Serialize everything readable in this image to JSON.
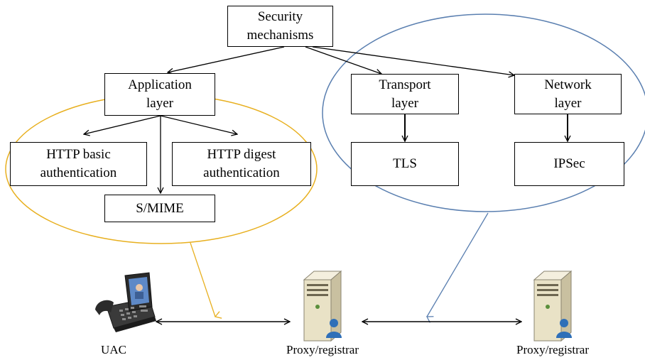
{
  "nodes": {
    "security": "Security\nmechanisms",
    "application": "Application\nlayer",
    "transport": "Transport\nlayer",
    "network": "Network\nlayer",
    "http_basic": "HTTP basic\nauthentication",
    "http_digest": "HTTP digest\nauthentication",
    "smime": "S/MIME",
    "tls": "TLS",
    "ipsec": "IPSec"
  },
  "devices": {
    "uac": "UAC",
    "proxy1": "Proxy/registrar",
    "proxy2": "Proxy/registrar"
  },
  "colors": {
    "application_ellipse": "#e8b020",
    "transport_ellipse": "#5a7fb0",
    "server_body": "#e9e2c6",
    "user_icon": "#2e6fb8"
  }
}
